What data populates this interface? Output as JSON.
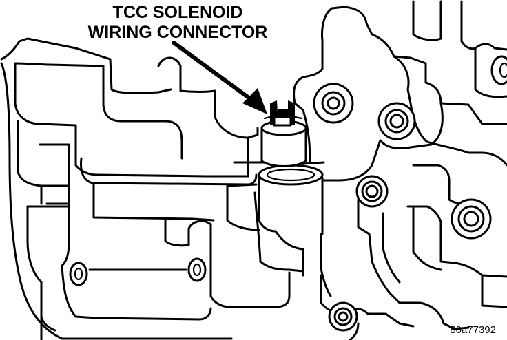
{
  "callout": {
    "line1": "TCC SOLENOID",
    "line2": "WIRING CONNECTOR"
  },
  "figure_id": "80a77392",
  "colors": {
    "ink": "#000000",
    "paper": "#ffffff"
  }
}
